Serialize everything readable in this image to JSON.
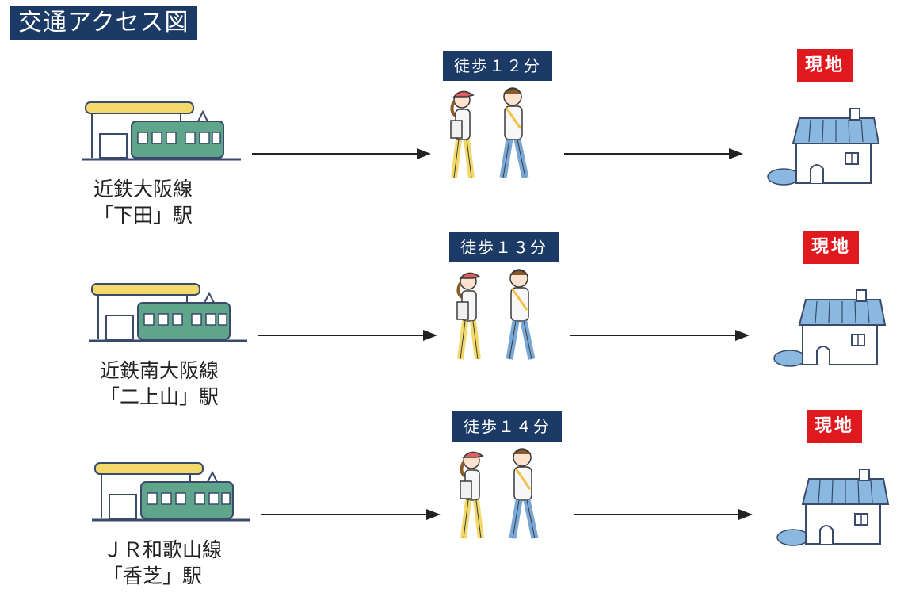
{
  "title": "交通アクセス図",
  "routes": [
    {
      "station_line1": "近鉄大阪線",
      "station_line2": "「下田」駅",
      "walk": "徒歩１２分",
      "site": "現地"
    },
    {
      "station_line1": "近鉄南大阪線",
      "station_line2": "「二上山」駅",
      "walk": "徒歩１３分",
      "site": "現地"
    },
    {
      "station_line1": "ＪＲ和歌山線",
      "station_line2": "「香芝」駅",
      "walk": "徒歩１４分",
      "site": "現地"
    }
  ],
  "colors": {
    "badge_navy": "#1b3a66",
    "site_red": "#e0191f",
    "train_green": "#5fa58c",
    "roof_blue": "#8bb8e0"
  }
}
